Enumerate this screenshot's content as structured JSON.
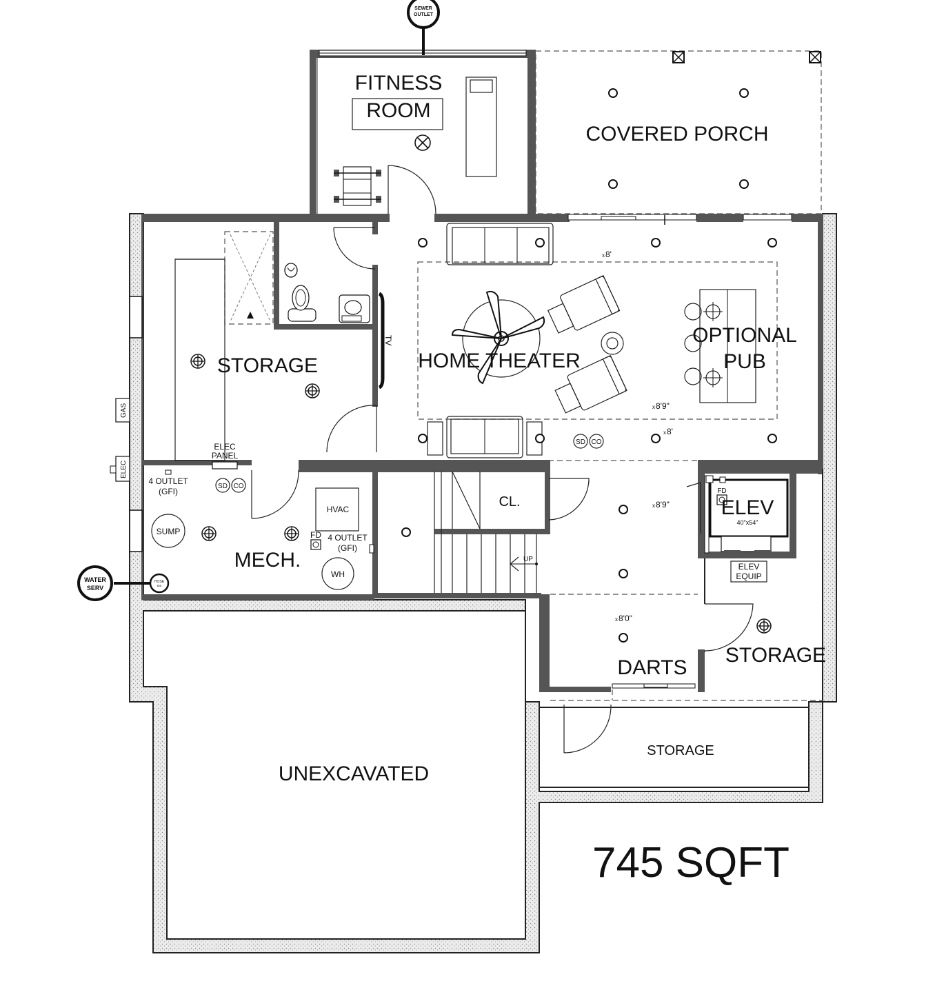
{
  "rooms": {
    "fitness_line1": "FITNESS",
    "fitness_line2": "ROOM",
    "covered_porch": "COVERED PORCH",
    "storage_left": "STORAGE",
    "home_theater": "HOME THEATER",
    "optional_pub_line1": "OPTIONAL",
    "optional_pub_line2": "PUB",
    "mech": "MECH.",
    "closet": "CL.",
    "elev": "ELEV",
    "darts": "DARTS",
    "storage_right": "STORAGE",
    "storage_bottom": "STORAGE",
    "unexcavated": "UNEXCAVATED"
  },
  "labels": {
    "sewer_line1": "SEWER",
    "sewer_line2": "OUTLET",
    "water_line1": "WATER",
    "water_line2": "SERV",
    "hose_line1": "HOSE",
    "hose_line2": "BIB",
    "gas": "GAS",
    "elec": "ELEC",
    "elec_panel_line1": "ELEC",
    "elec_panel_line2": "PANEL",
    "outlet_left_line1": "4 OUTLET",
    "outlet_left_line2": "(GFI)",
    "outlet_right_line1": "4 OUTLET",
    "outlet_right_line2": "(GFI)",
    "sump": "SUMP",
    "hvac": "HVAC",
    "wh": "WH",
    "fd": "FD",
    "fd_elev": "FD",
    "sd": "SD",
    "co": "CO",
    "tv": "TV",
    "up": "UP",
    "elev_size": "40\"x54\"",
    "elev_equip_line1": "ELEV",
    "elev_equip_line2": "EQUIP",
    "ceiling_8_a": "8'",
    "ceiling_8_9_a": "8'9\"",
    "ceiling_8_b": "8'",
    "ceiling_8_9_b": "8'9\"",
    "ceiling_8_0": "8'0\""
  },
  "area": "745 SQFT"
}
